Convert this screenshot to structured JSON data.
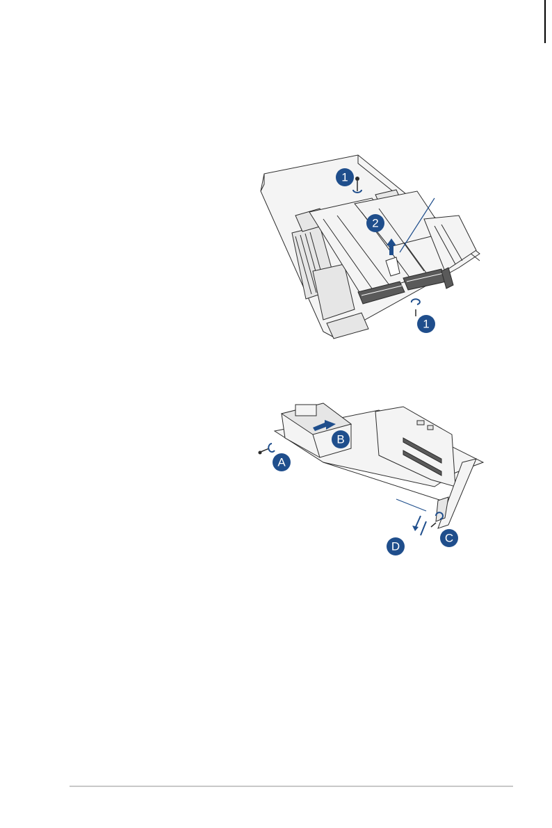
{
  "figure1": {
    "callouts": [
      "1",
      "2",
      "1"
    ],
    "accent": "#1f4e8c"
  },
  "figure2": {
    "callouts": [
      "A",
      "B",
      "C",
      "D"
    ],
    "accent": "#1f4e8c"
  }
}
